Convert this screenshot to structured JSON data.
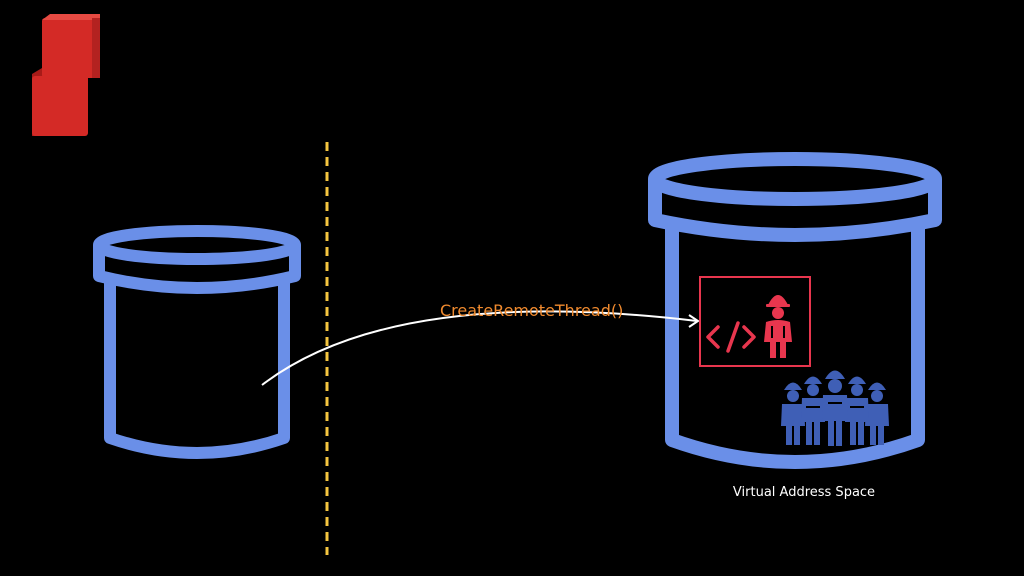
{
  "labels": {
    "api_call": "CreateRemoteThread()",
    "target_caption": "Virtual Address Space"
  },
  "colors": {
    "background": "#000000",
    "container": "#6a8fe8",
    "boundary": "#f5c640",
    "api_text": "#f08a2e",
    "caption_text": "#ffffff",
    "arrow": "#ffffff",
    "injected": "#e8364e",
    "workers": "#3f5fb6",
    "cube": "#d42a26"
  },
  "icons": {
    "logo": "red-cubes-logo",
    "code": "code-brackets-icon",
    "injected_thread": "worker-icon",
    "threads": "worker-group-icon"
  }
}
